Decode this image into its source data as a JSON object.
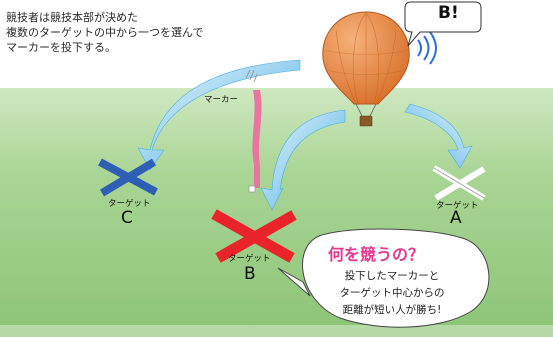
{
  "intro_text": "競技者は競技本部が決めた\n複数のターゲットの中から一つを選んで\nマーカーを投下する。",
  "balloon_speech": "B!",
  "marker_label": "マーカー",
  "targets": [
    {
      "id": "C",
      "label": "ターゲット",
      "letter": "C",
      "color": "#2f5fb5"
    },
    {
      "id": "B",
      "label": "ターゲット",
      "letter": "B",
      "color": "#e8232a"
    },
    {
      "id": "A",
      "label": "ターゲット",
      "letter": "A",
      "color": "#ffffff"
    }
  ],
  "question_title": "何を競うの？",
  "answer_text": "投下したマーカーと\nターゲット中心からの\n距離が短い人が勝ち!",
  "colors": {
    "sky": "#ffffff",
    "grass": "#9fce8b",
    "arrow": "#58b8e6",
    "balloon": "#ec8a3f",
    "marker_ribbon": "#e8769f",
    "question": "#e8368f"
  }
}
